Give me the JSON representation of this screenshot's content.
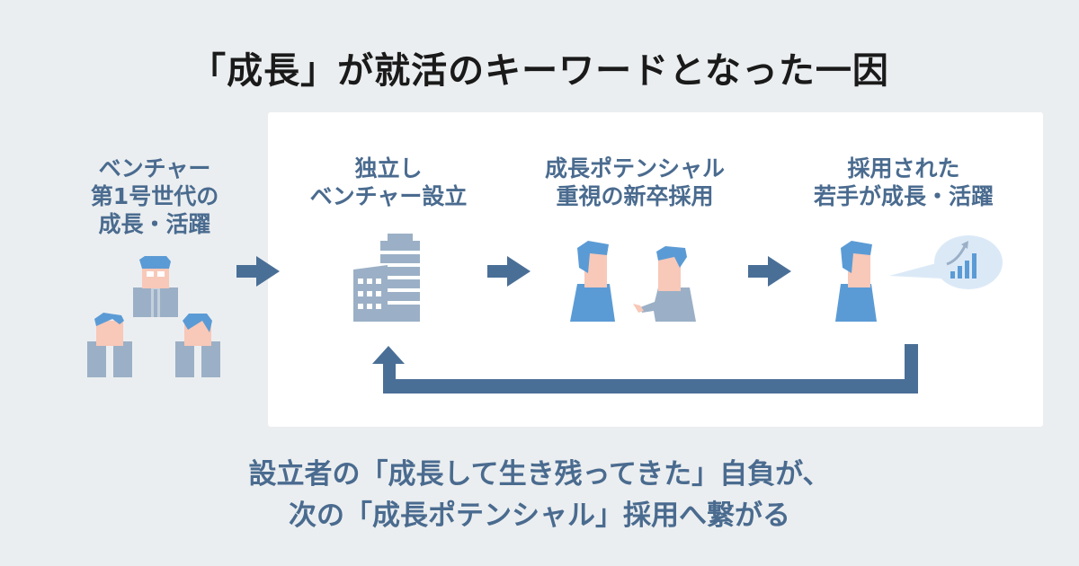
{
  "title": "「成長」が就活のキーワードとなった一因",
  "steps": [
    {
      "lines": [
        "ベンチャー",
        "第1号世代の",
        "成長・活躍"
      ]
    },
    {
      "lines": [
        "独立し",
        "ベンチャー設立"
      ]
    },
    {
      "lines": [
        "成長ポテンシャル",
        "重視の新卒採用"
      ]
    },
    {
      "lines": [
        "採用された",
        "若手が成長・活躍"
      ]
    }
  ],
  "conclusion": {
    "lines": [
      "設立者の「成長して生き残ってきた」自負が、",
      "次の「成長ポテンシャル」採用へ繋がる"
    ]
  },
  "colors": {
    "background": "#ebeef0",
    "text_accent": "#4a6b8f",
    "arrow": "#4a6f97",
    "hair": "#5b9bd5",
    "skin": "#f8c8b8",
    "suit": "#9bb0c6",
    "bubble": "#dbe9f7"
  }
}
